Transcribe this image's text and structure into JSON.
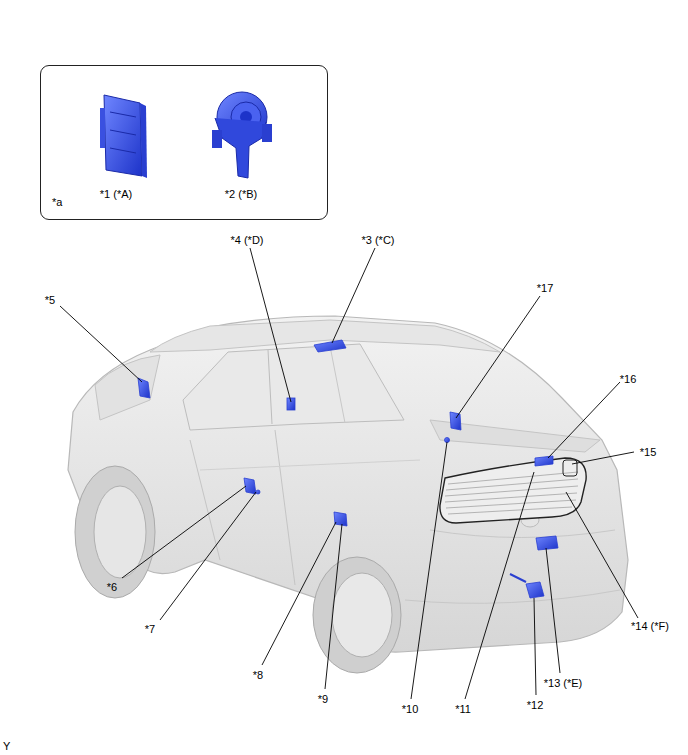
{
  "diagram": {
    "nodes": [
      {
        "text": [
          "*1 (*A)",
          "*2 (*B)",
          "*a"
        ]
      }
    ],
    "labels": [
      "*4 (*D)",
      "*3 (*C)",
      "*5",
      "*17",
      "*16",
      "*15",
      "*6",
      "*7",
      "*8",
      "*9",
      "*10",
      "*11",
      "*12",
      "*13 (*E)",
      "*14 (*F)",
      "Y"
    ]
  }
}
